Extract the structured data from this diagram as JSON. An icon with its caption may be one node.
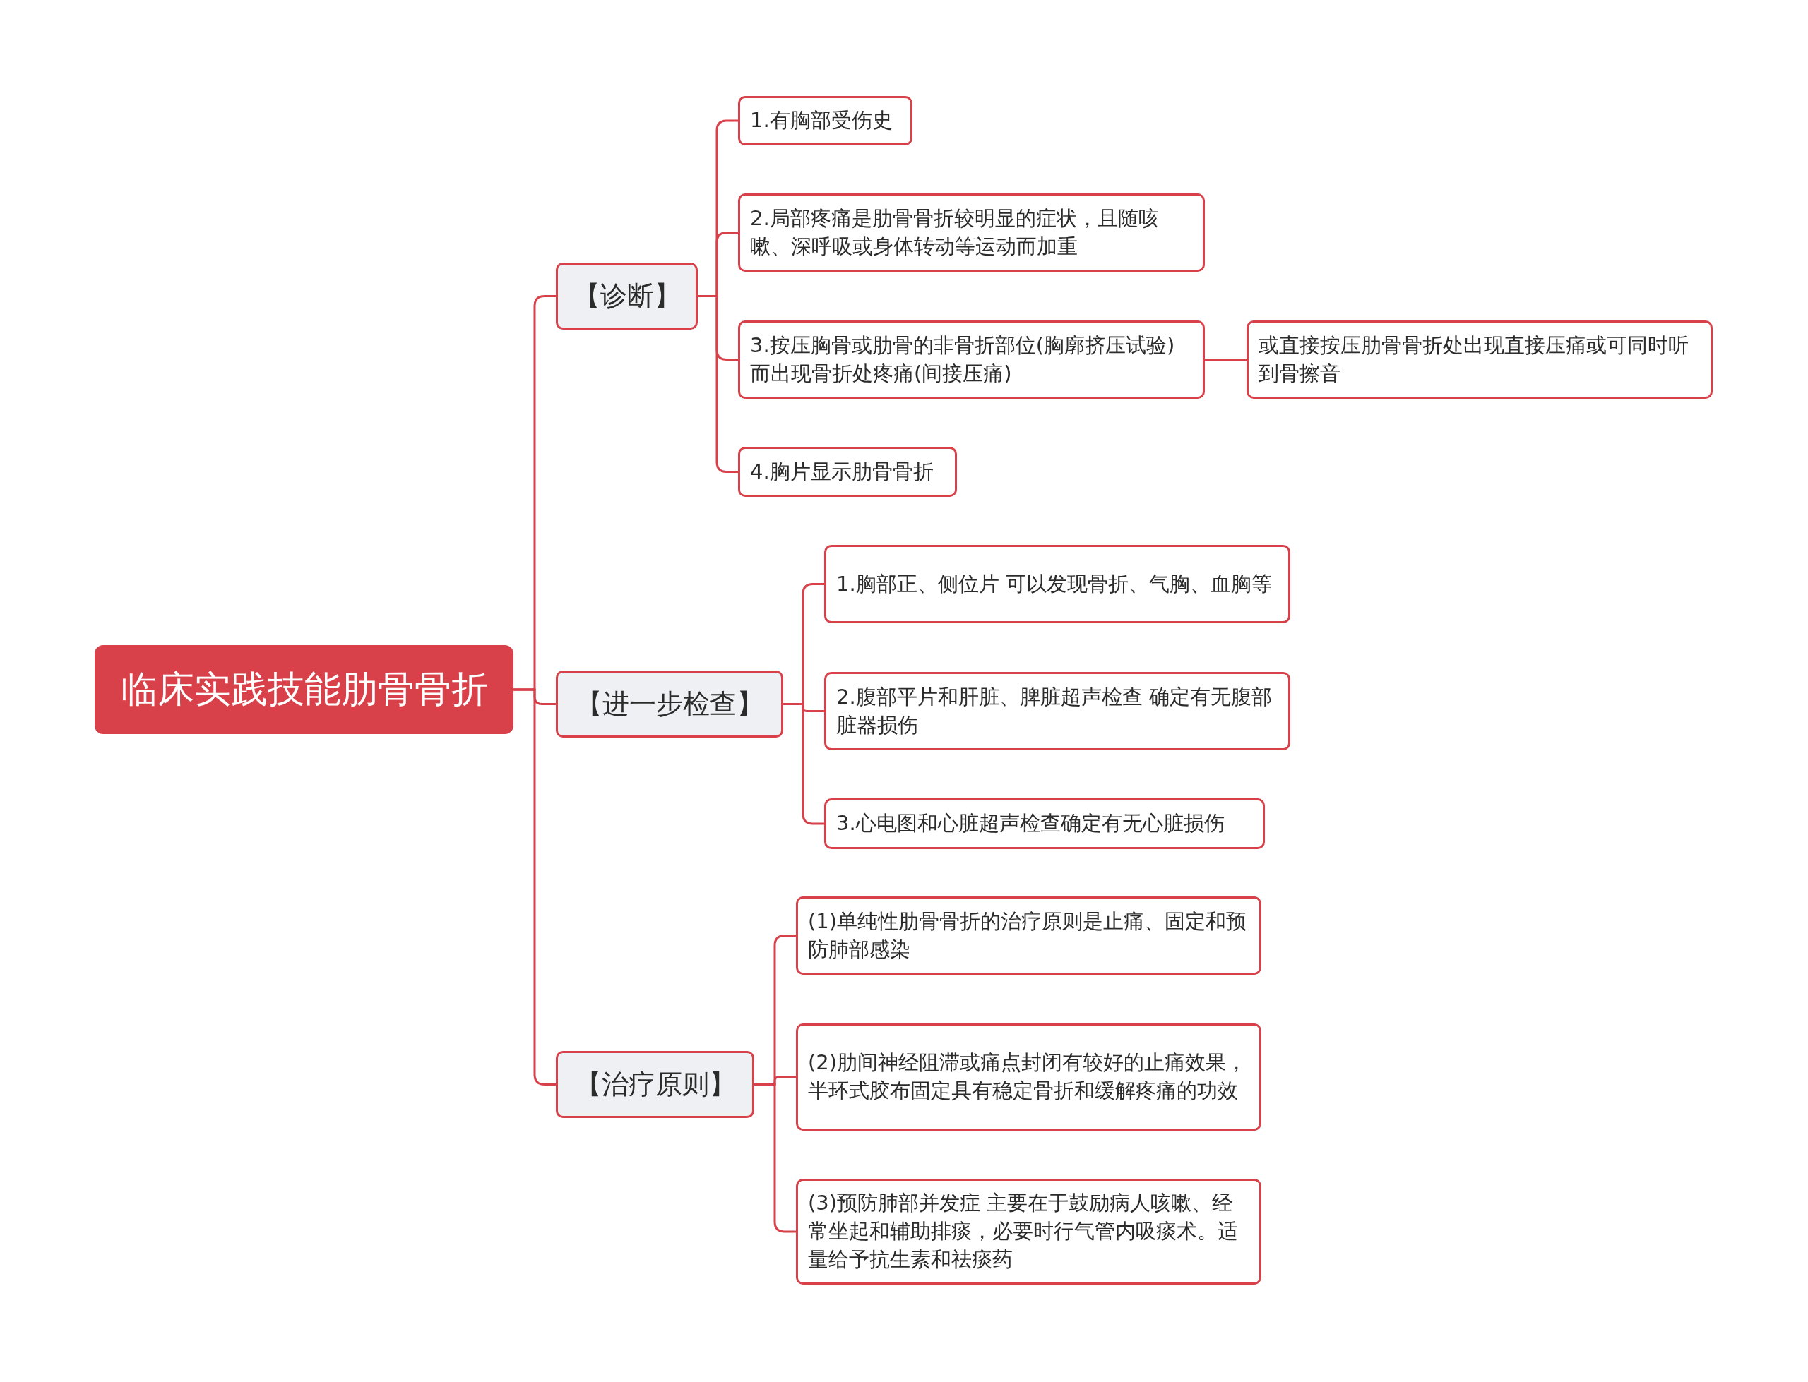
{
  "diagram": {
    "nodes": [
      {
        "text": [
          "临床实践技能肋骨骨折"
        ]
      },
      {
        "text": [
          "【诊断】"
        ]
      },
      {
        "text": [
          "1.有胸部受伤史"
        ]
      },
      {
        "text": [
          "2.局部疼痛是肋骨骨折较明显的症状，且随咳嗽、深呼吸或身体转动等运动而加重"
        ]
      },
      {
        "text": [
          "3.按压胸骨或肋骨的非骨折部位(胸廓挤压试验)而出现骨折处疼痛(间接压痛)"
        ]
      },
      {
        "text": [
          "或直接按压肋骨骨折处出现直接压痛或可同时听到骨擦音"
        ]
      },
      {
        "text": [
          "4.胸片显示肋骨骨折"
        ]
      },
      {
        "text": [
          "【进一步检查】"
        ]
      },
      {
        "text": [
          "1.胸部正、侧位片 可以发现骨折、气胸、血胸等"
        ]
      },
      {
        "text": [
          "2.腹部平片和肝脏、脾脏超声检查 确定有无腹部脏器损伤"
        ]
      },
      {
        "text": [
          "3.心电图和心脏超声检查确定有无心脏损伤"
        ]
      },
      {
        "text": [
          "【治疗原则】"
        ]
      },
      {
        "text": [
          "(1)单纯性肋骨骨折的治疗原则是止痛、固定和预防肺部感染"
        ]
      },
      {
        "text": [
          "(2)肋间神经阻滞或痛点封闭有较好的止痛效果，半环式胶布固定具有稳定骨折和缓解疼痛的功效"
        ]
      },
      {
        "text": [
          "(3)预防肺部并发症 主要在于鼓励病人咳嗽、经常坐起和辅助排痰，必要时行气管内吸痰术。适量给予抗生素和祛痰药"
        ]
      }
    ],
    "edges": [
      {
        "from": 0,
        "to": 1,
        "arrow": "none"
      },
      {
        "from": 0,
        "to": 7,
        "arrow": "none"
      },
      {
        "from": 0,
        "to": 11,
        "arrow": "none"
      },
      {
        "from": 1,
        "to": 2,
        "arrow": "none"
      },
      {
        "from": 1,
        "to": 3,
        "arrow": "none"
      },
      {
        "from": 1,
        "to": 4,
        "arrow": "none"
      },
      {
        "from": 4,
        "to": 5,
        "arrow": "none"
      },
      {
        "from": 1,
        "to": 6,
        "arrow": "none"
      },
      {
        "from": 7,
        "to": 8,
        "arrow": "none"
      },
      {
        "from": 7,
        "to": 9,
        "arrow": "none"
      },
      {
        "from": 7,
        "to": 10,
        "arrow": "none"
      },
      {
        "from": 11,
        "to": 12,
        "arrow": "none"
      },
      {
        "from": 11,
        "to": 13,
        "arrow": "none"
      },
      {
        "from": 11,
        "to": 14,
        "arrow": "none"
      }
    ]
  }
}
